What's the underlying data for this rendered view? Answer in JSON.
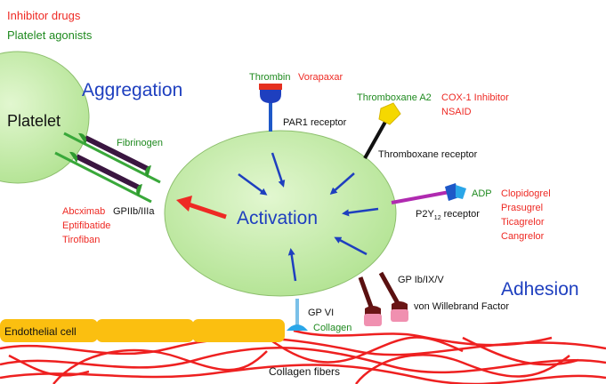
{
  "legend": {
    "inhibitor": "Inhibitor drugs",
    "agonist": "Platelet agonists"
  },
  "labels": {
    "platelet": "Platelet",
    "aggregation": "Aggregation",
    "activation": "Activation",
    "adhesion": "Adhesion",
    "fibrinogen": "Fibrinogen",
    "gp2b3a": "GPIIb/IIIa",
    "abciximab": "Abcximab",
    "eptifibatide": "Eptifibatide",
    "tirofiban": "Tirofiban",
    "thrombin": "Thrombin",
    "vorapaxar": "Vorapaxar",
    "par1": "PAR1 receptor",
    "txa2": "Thromboxane A2",
    "cox1": "COX-1 Inhibitor",
    "nsaid": "NSAID",
    "tx_receptor": "Thromboxane receptor",
    "adp": "ADP",
    "p2y_main": "P2Y",
    "p2y_sub": "12",
    "p2y_rest": "receptor",
    "clopidogrel": "Clopidogrel",
    "prasugrel": "Prasugrel",
    "ticagrelor": "Ticagrelor",
    "cangrelor": "Cangrelor",
    "gp1b": "GP Ib/IX/V",
    "vwf": "von Willebrand Factor",
    "gp6": "GP VI",
    "collagen": "Collagen",
    "endothelial": "Endothelial cell",
    "collagen_fibers": "Collagen fibers"
  },
  "colors": {
    "inhibitor": "#ee2a24",
    "agonist": "#1f8a1f",
    "title_blue": "#1e3fbf",
    "cell_fill": "#c8efae",
    "endothelium": "#fbbf10",
    "fiber": "#ee2020"
  }
}
